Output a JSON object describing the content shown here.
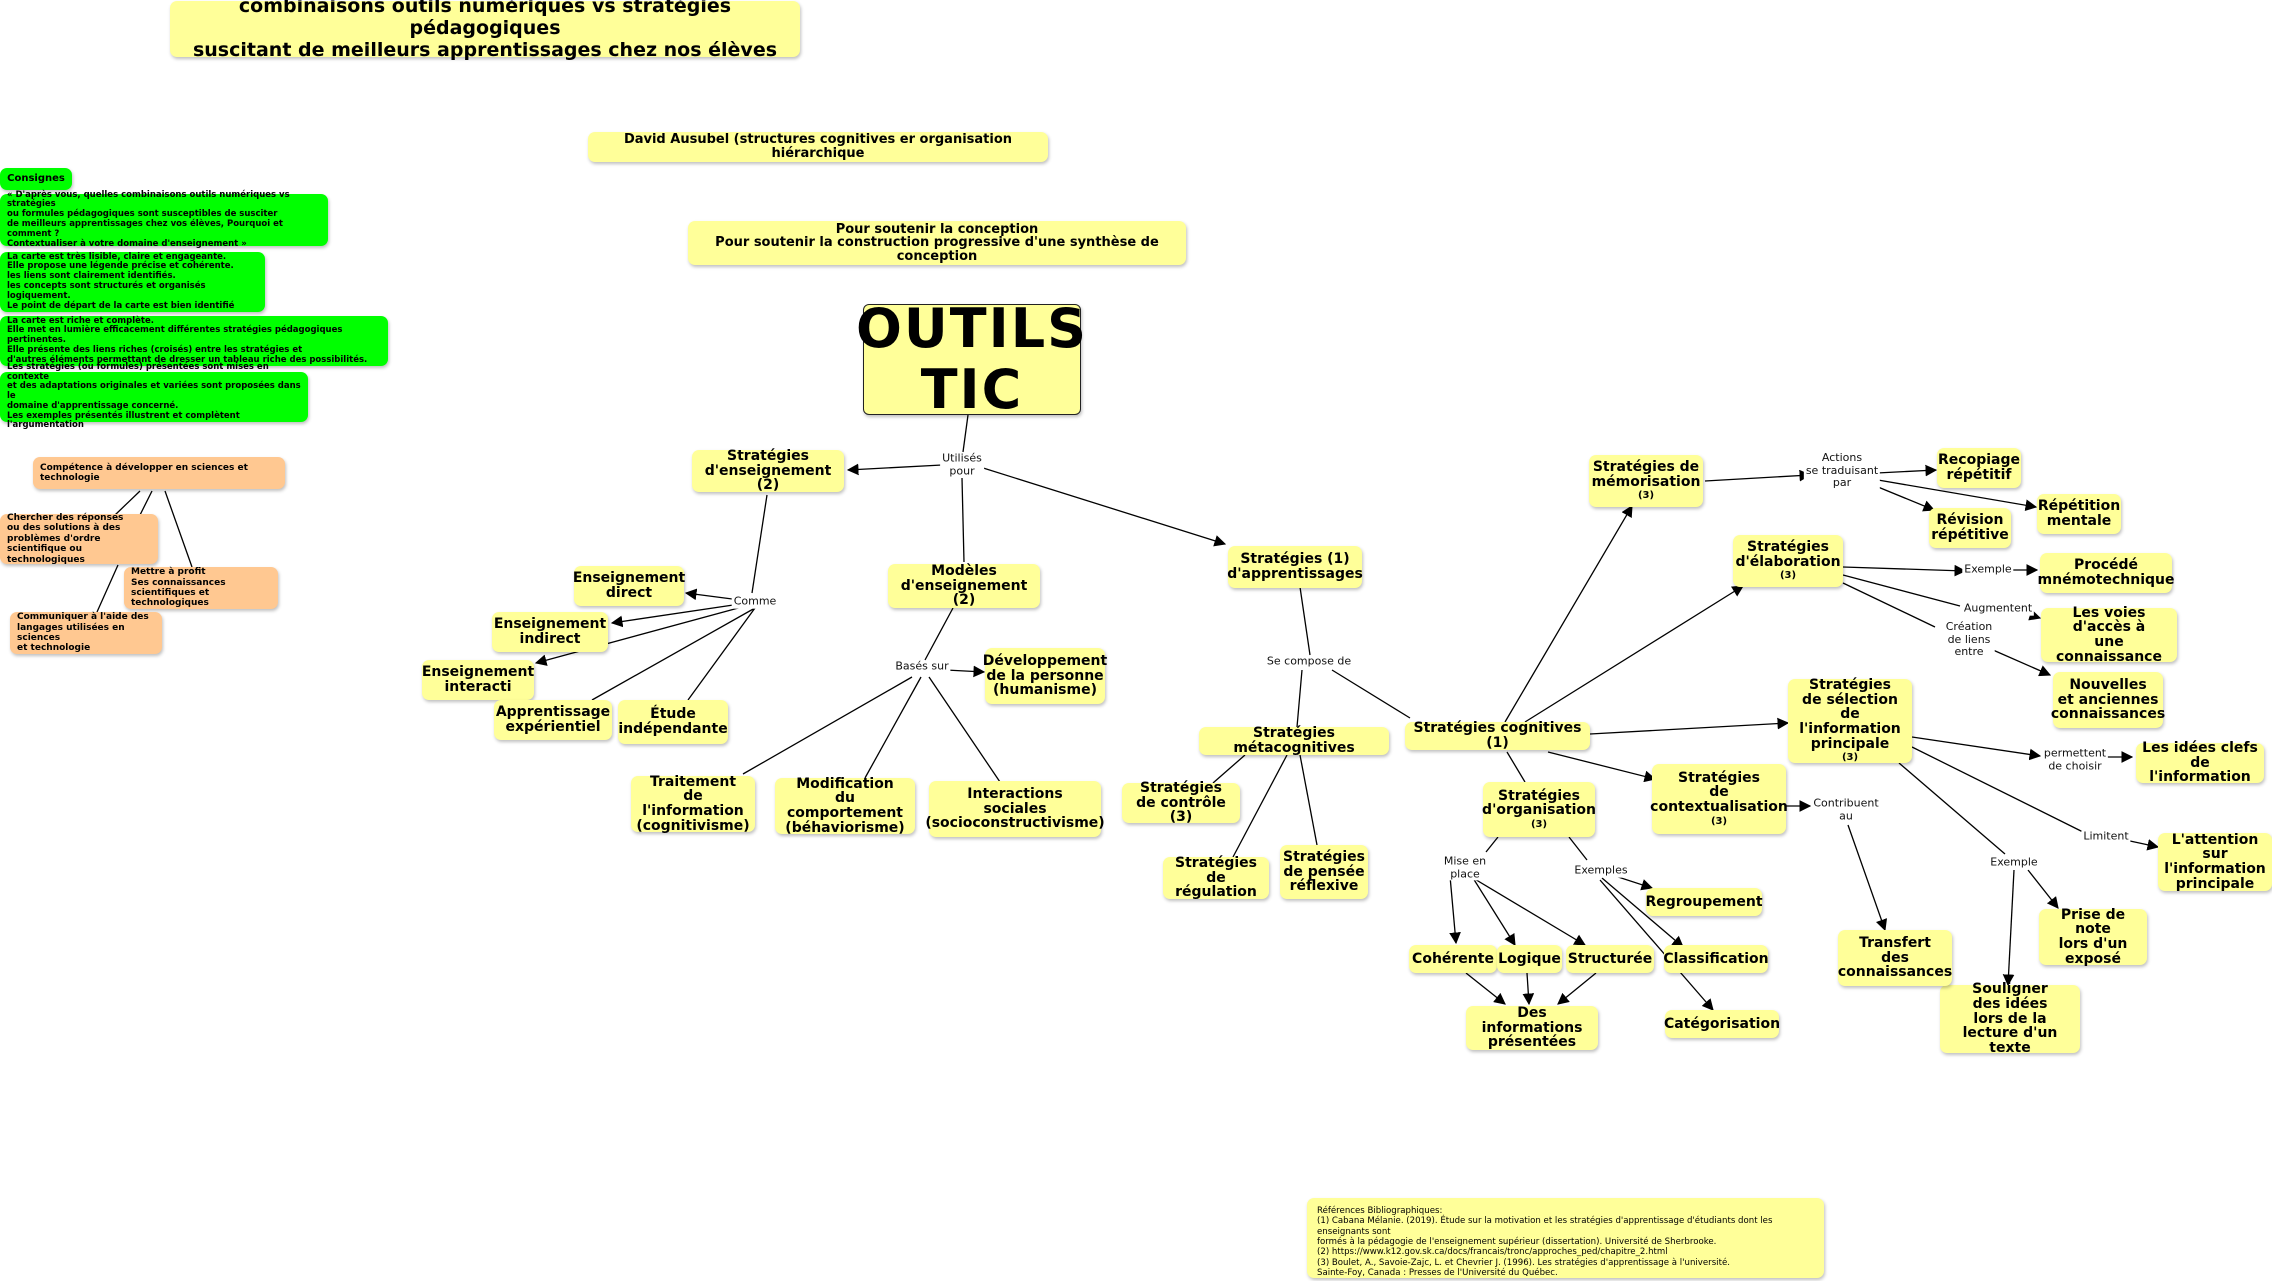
{
  "title": "combinaisons outils numériques vs stratégies pédagogiques\nsuscitant de meilleurs apprentissages chez nos élèves",
  "ausubel": "David Ausubel (structures cognitives er organisation hiérarchique",
  "pour_soutenir": "Pour soutenir la conception\nPour soutenir la construction progressive d'une synthèse de conception",
  "consignes": {
    "header": "Consignes",
    "items": [
      "« D'après vous, quelles combinaisons outils numériques vs stratégies\nou formules pédagogiques sont susceptibles de susciter\nde meilleurs apprentissages chez vos élèves, Pourquoi et comment ?\nContextualiser à votre domaine d'enseignement »",
      "La carte est très lisible, claire et engageante.\nElle propose une légende précise et cohérente.\nles liens sont clairement identifiés.\nles concepts sont structurés et organisés logiquement.\nLe point de départ de la carte est bien identifié",
      "La carte est riche et complète.\nElle met en lumière efficacement différentes stratégies pédagogiques pertinentes.\nElle présente des liens riches (croisés) entre les stratégies et\nd'autres éléments permettant de dresser un tableau riche des possibilités.",
      "Les stratégies (ou formules) présentées sont mises en contexte\net des adaptations originales et variées sont proposées dans le\n domaine d'apprentissage concerné.\nLes exemples présentés illustrent et complètent l'argumentation"
    ]
  },
  "competence": {
    "root": "Compétence à développer en sciences et technologie",
    "items": [
      "Chercher des réponses\nou des solutions à des\nproblèmes d'ordre\nscientifique ou technologiques",
      "Mettre à profit\nSes connaissances\nscientifiques et technologiques",
      "Communiquer à l'aide des\nlangages utilisées en sciences\net technologie"
    ]
  },
  "nodes": {
    "outils": "OUTILS\nTIC",
    "strat_ens": "Stratégies\nd'enseignement (2)",
    "ens_direct": "Enseignement\ndirect",
    "ens_indirect": "Enseignement\nindirect",
    "ens_interacti": "Enseignement\ninteracti",
    "app_exp": "Apprentissage\nexpérientiel",
    "etude": "Étude\nindépendante",
    "modeles": "Modèles\nd'enseignement (2)",
    "dev_pers": "Développement\nde la personne\n(humanisme)",
    "traitement": "Traitement\nde l'information\n(cognitivisme)",
    "modif": "Modification\ndu comportement\n(béhaviorisme)",
    "interactions": "Interactions\nsociales\n(socioconstructivisme)",
    "strat_app": "Stratégies (1)\nd'apprentissages",
    "strat_meta": "Stratégies métacognitives",
    "strat_cont": "Stratégies\nde contrôle (3)",
    "strat_reg": "Stratégies\nde régulation",
    "strat_pensee": "Stratégies\nde pensée\nréflexive",
    "strat_cog": "Stratégies cognitives (1)",
    "strat_mem": "Stratégies de\nmémorisation",
    "recopiage": "Recopiage\nrépétitif",
    "revision": "Révision\nrépétitive",
    "repetition": "Répétition\nmentale",
    "strat_elab": "Stratégies\nd'élaboration",
    "procede": "Procédé\nmnémotechnique",
    "voies": "Les voies\nd'accès à\nune connaissance",
    "nouvelles": "Nouvelles\net anciennes\nconnaissances",
    "strat_sel": "Stratégies\nde sélection\nde l'information\nprincipale",
    "idees_clefs": "Les idées clefs\nde l'information",
    "attention": "L'attention sur\nl'information\nprincipale",
    "prise_note": "Prise de note\nlors d'un\nexposé",
    "souligner": "Souligner\ndes idées\nlors de la\nlecture d'un texte",
    "strat_ctx": "Stratégies\nde\ncontextualisation",
    "transfert": "Transfert\ndes\nconnaissances",
    "strat_org": "Stratégies\nd'organisation",
    "coherente": "Cohérente",
    "logique": "Logique",
    "structuree": "Structurée",
    "infos": "Des informations\nprésentées",
    "regroupement": "Regroupement",
    "classification": "Classification",
    "categorisation": "Catégorisation"
  },
  "refs": {
    "strat_mem": "(3)",
    "strat_elab": "(3)",
    "strat_sel": "(3)",
    "strat_ctx": "(3)",
    "strat_org": "(3)"
  },
  "labels": {
    "utilises": "Utilisés\npour",
    "comme": "Comme",
    "bases": "Basés sur",
    "compose": "Se compose de",
    "actions": "Actions\nse traduisant\npar",
    "exemple1": "Exemple",
    "augmentent": "Augmentent",
    "creation": "Création\nde liens\nentre",
    "permettent": "permettent\nde choisir",
    "limitent": "Limitent",
    "exemple2": "Exemple",
    "contribuent": "Contribuent\nau",
    "mise": "Mise en\nplace",
    "exemples": "Exemples"
  },
  "biblio": "Références Bibliographiques:\n(1) Cabana Mélanie. (2019). Étude sur la motivation et les stratégies d'apprentissage d'étudiants dont les enseignants sont\nformés à la pédagogie de l'enseignement supérieur (dissertation). Université de Sherbrooke.\n(2) https://www.k12.gov.sk.ca/docs/francais/tronc/approches_ped/chapitre_2.html\n(3) Boulet, A., Savoie-Zajc, L. et Chevrier J. (1996). Les stratégies d'apprentissage à l'université.\nSainte-Foy, Canada : Presses de l'Université du Québec."
}
